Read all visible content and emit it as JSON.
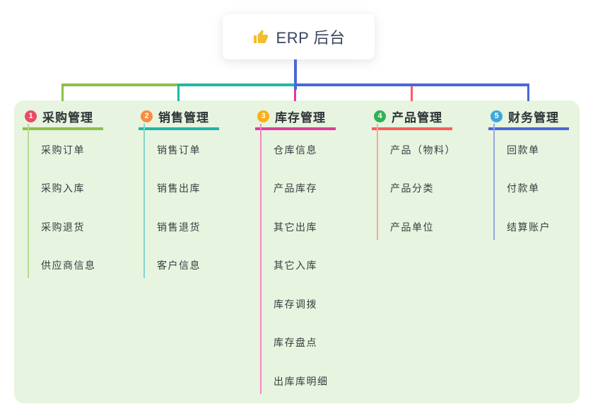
{
  "root": {
    "label": "ERP 后台",
    "icon": "thumbs-up-icon",
    "icon_color": "#f2bd2f"
  },
  "connectors": {
    "root_line_color": "#4a67d8"
  },
  "panel": {
    "background": "#e7f4df"
  },
  "branches": [
    {
      "index": "1",
      "title": "采购管理",
      "badge_color": "#ec4b66",
      "line_color": "#8bbf4a",
      "child_line_color": "#b6db90",
      "children": [
        "采购订单",
        "采购入库",
        "采购退货",
        "供应商信息"
      ]
    },
    {
      "index": "2",
      "title": "销售管理",
      "badge_color": "#f88c43",
      "line_color": "#23b6a8",
      "child_line_color": "#82d6ca",
      "children": [
        "销售订单",
        "销售出库",
        "销售退货",
        "客户信息"
      ]
    },
    {
      "index": "3",
      "title": "库存管理",
      "badge_color": "#f9b016",
      "line_color": "#e23a9e",
      "child_line_color": "#f289c4",
      "children": [
        "仓库信息",
        "产品库存",
        "其它出库",
        "其它入库",
        "库存调拨",
        "库存盘点",
        "出库库明细"
      ]
    },
    {
      "index": "4",
      "title": "产品管理",
      "badge_color": "#2eb254",
      "line_color": "#f95d5f",
      "child_line_color": "#fba6a3",
      "children": [
        "产品（物料）",
        "产品分类",
        "产品单位"
      ]
    },
    {
      "index": "5",
      "title": "财务管理",
      "badge_color": "#40a7dc",
      "line_color": "#4a67d8",
      "child_line_color": "#95a7e6",
      "children": [
        "回款单",
        "付款单",
        "结算账户"
      ]
    }
  ]
}
